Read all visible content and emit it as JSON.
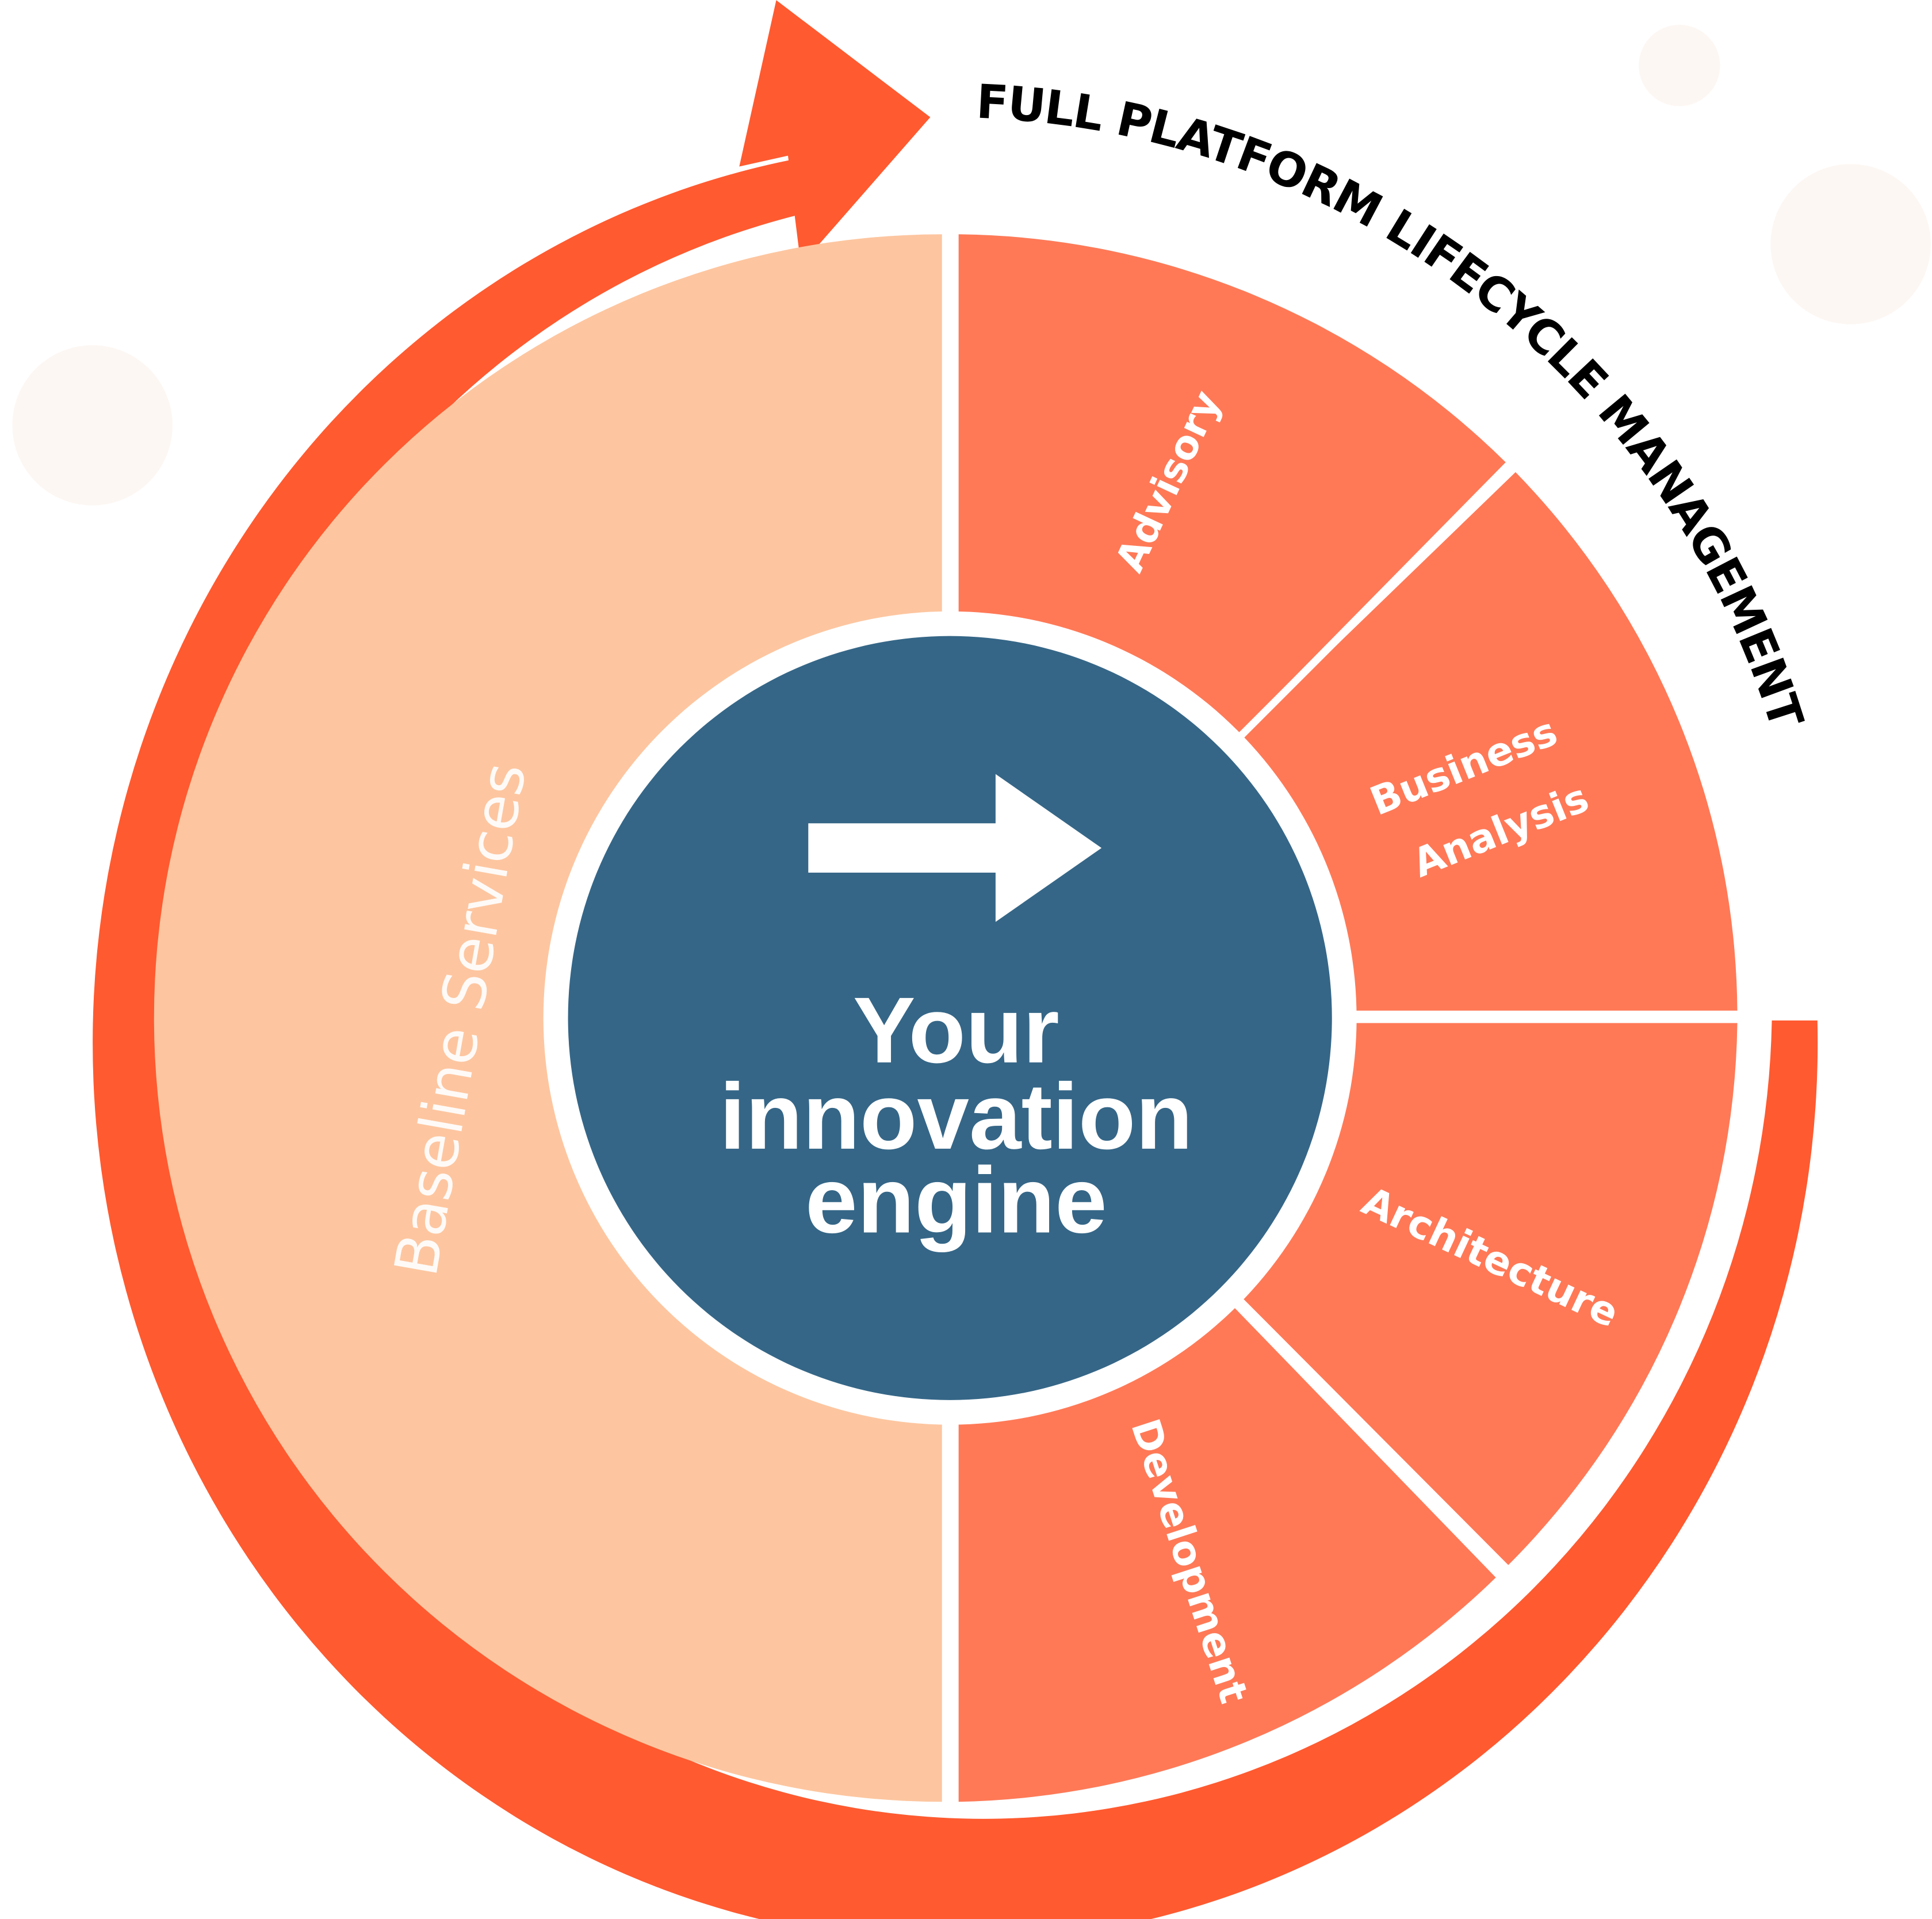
{
  "title": "FULL PLATFORM LIFECYCLE MANAGEMENT",
  "center": {
    "lines": [
      "Your",
      "innovation",
      "engine"
    ],
    "icon": "right-arrow-icon"
  },
  "baseline": {
    "label": "Baseline Services"
  },
  "segments": [
    {
      "label": "Advisory"
    },
    {
      "label_line1": "Business",
      "label_line2": "Analysis"
    },
    {
      "label": "Architecture"
    },
    {
      "label": "Development"
    }
  ],
  "colors": {
    "outer_arrow": "#FF5A30",
    "segment": "#FF7957",
    "baseline": "#FDC6A0",
    "center": "#356687",
    "bubble": "#FDF7F3",
    "divider": "#FFFFFF",
    "title": "#000000"
  }
}
